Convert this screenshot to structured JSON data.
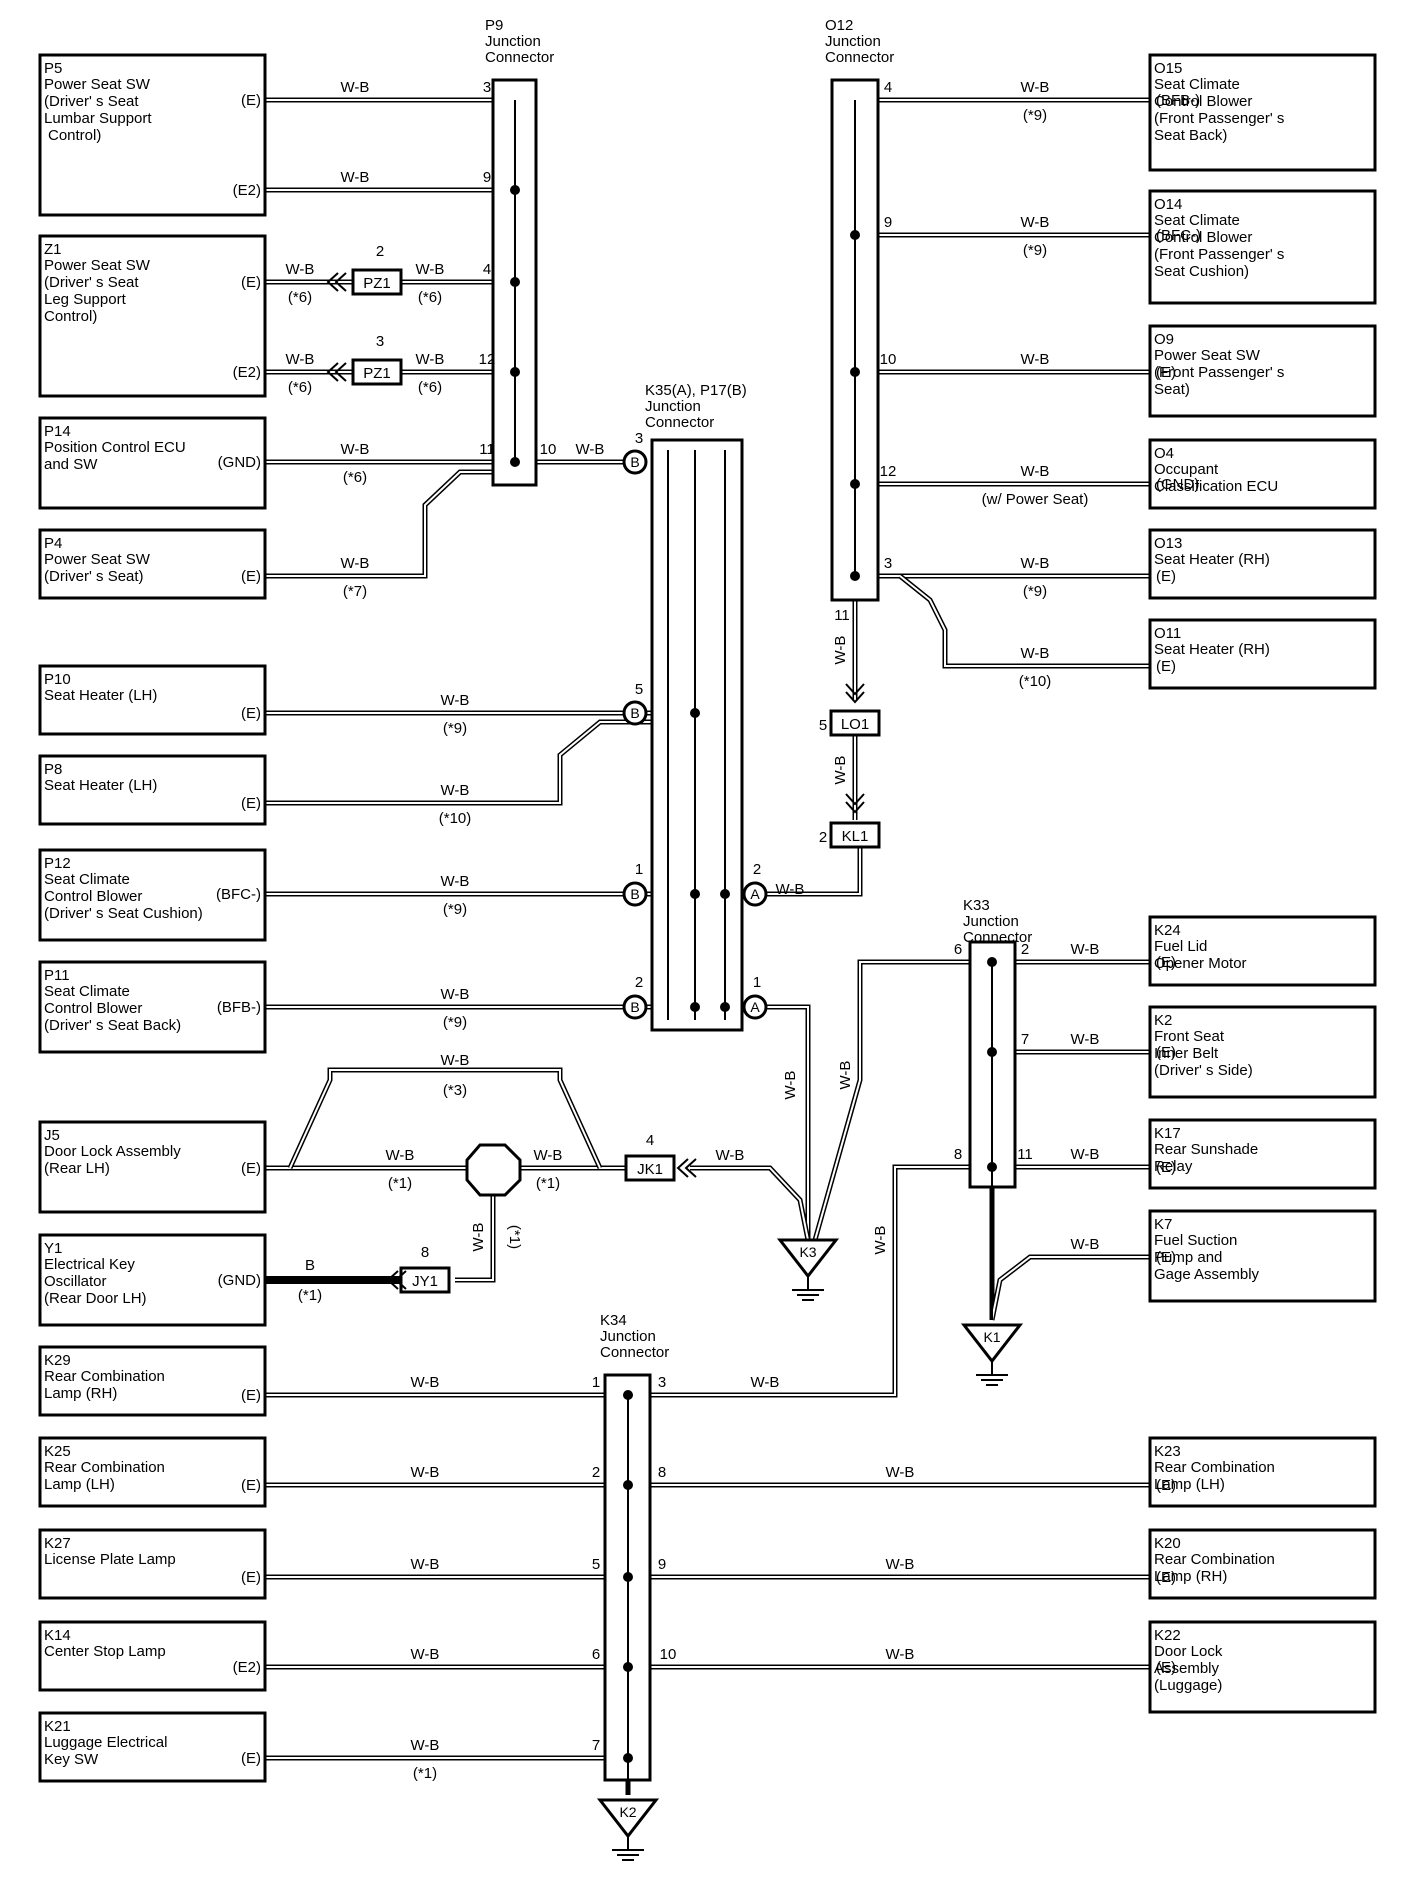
{
  "wire_color": "W-B",
  "components": {
    "P5": {
      "code": "P5",
      "lines": [
        "Power Seat SW",
        "(Driver' s Seat",
        "Lumbar Support",
        "Control)"
      ],
      "pins": [
        "(E)",
        "(E2)"
      ]
    },
    "Z1": {
      "code": "Z1",
      "lines": [
        "Power Seat SW",
        "(Driver' s Seat",
        "Leg Support",
        "Control)"
      ],
      "pins": [
        "(E)",
        "(E2)"
      ]
    },
    "P14": {
      "code": "P14",
      "lines": [
        "Position Control ECU",
        "and SW"
      ],
      "pins": [
        "(GND)"
      ]
    },
    "P4": {
      "code": "P4",
      "lines": [
        "Power Seat SW",
        "(Driver' s Seat)"
      ],
      "pins": [
        "(E)"
      ]
    },
    "P10": {
      "code": "P10",
      "lines": [
        "Seat Heater (LH)"
      ],
      "pins": [
        "(E)"
      ]
    },
    "P8": {
      "code": "P8",
      "lines": [
        "Seat Heater (LH)"
      ],
      "pins": [
        "(E)"
      ]
    },
    "P12": {
      "code": "P12",
      "lines": [
        "Seat Climate",
        "Control Blower",
        "(Driver' s Seat Cushion)"
      ],
      "pins": [
        "(BFC-)"
      ]
    },
    "P11": {
      "code": "P11",
      "lines": [
        "Seat Climate",
        "Control Blower",
        "(Driver' s Seat Back)"
      ],
      "pins": [
        "(BFB-)"
      ]
    },
    "J5": {
      "code": "J5",
      "lines": [
        "Door Lock Assembly",
        "(Rear LH)"
      ],
      "pins": [
        "(E)"
      ]
    },
    "Y1": {
      "code": "Y1",
      "lines": [
        "Electrical Key",
        "Oscillator",
        "(Rear Door LH)"
      ],
      "pins": [
        "(GND)"
      ]
    },
    "K29": {
      "code": "K29",
      "lines": [
        "Rear Combination",
        "Lamp (RH)"
      ],
      "pins": [
        "(E)"
      ]
    },
    "K25": {
      "code": "K25",
      "lines": [
        "Rear Combination",
        "Lamp (LH)"
      ],
      "pins": [
        "(E)"
      ]
    },
    "K27": {
      "code": "K27",
      "lines": [
        "License Plate Lamp"
      ],
      "pins": [
        "(E)"
      ]
    },
    "K14": {
      "code": "K14",
      "lines": [
        "Center Stop Lamp"
      ],
      "pins": [
        "(E2)"
      ]
    },
    "K21": {
      "code": "K21",
      "lines": [
        "Luggage Electrical",
        "Key SW"
      ],
      "pins": [
        "(E)"
      ]
    },
    "O15": {
      "code": "O15",
      "lines": [
        "Seat Climate",
        "Control Blower",
        "(Front Passenger' s",
        "Seat Back)"
      ],
      "pins": [
        "(BFB-)"
      ]
    },
    "O14": {
      "code": "O14",
      "lines": [
        "Seat Climate",
        "Control Blower",
        "(Front Passenger' s",
        "Seat Cushion)"
      ],
      "pins": [
        "(BFC-)"
      ]
    },
    "O9": {
      "code": "O9",
      "lines": [
        "Power Seat SW",
        "(Front Passenger' s",
        "Seat)"
      ],
      "pins": [
        "(E)"
      ]
    },
    "O4": {
      "code": "O4",
      "lines": [
        "Occupant",
        "Classification ECU"
      ],
      "pins": [
        "(GND)"
      ]
    },
    "O13": {
      "code": "O13",
      "lines": [
        "Seat Heater (RH)"
      ],
      "pins": [
        "(E)"
      ]
    },
    "O11": {
      "code": "O11",
      "lines": [
        "Seat Heater (RH)"
      ],
      "pins": [
        "(E)"
      ]
    },
    "K24": {
      "code": "K24",
      "lines": [
        "Fuel Lid",
        "Opener Motor"
      ],
      "pins": [
        "(E)"
      ]
    },
    "K2": {
      "code": "K2",
      "lines": [
        "Front Seat",
        "Inner Belt",
        "(Driver' s Side)"
      ],
      "pins": [
        "(E)"
      ]
    },
    "K17": {
      "code": "K17",
      "lines": [
        "Rear Sunshade",
        "Relay"
      ],
      "pins": [
        "(E)"
      ]
    },
    "K7": {
      "code": "K7",
      "lines": [
        "Fuel Suction",
        "Pump and",
        "Gage Assembly"
      ],
      "pins": [
        "(E)"
      ]
    },
    "K23": {
      "code": "K23",
      "lines": [
        "Rear Combination",
        "Lamp (LH)"
      ],
      "pins": [
        "(E)"
      ]
    },
    "K20": {
      "code": "K20",
      "lines": [
        "Rear Combination",
        "Lamp (RH)"
      ],
      "pins": [
        "(E)"
      ]
    },
    "K22": {
      "code": "K22",
      "lines": [
        "Door Lock",
        "Assembly",
        "(Luggage)"
      ],
      "pins": [
        "(E)"
      ]
    }
  },
  "junctions": {
    "P9": {
      "lines": [
        "P9",
        "Junction",
        "Connector"
      ]
    },
    "O12": {
      "lines": [
        "O12",
        "Junction",
        "Connector"
      ]
    },
    "K35": {
      "lines": [
        "K35(A), P17(B)",
        "Junction",
        "Connector"
      ]
    },
    "K33": {
      "lines": [
        "K33",
        "Junction",
        "Connector"
      ]
    },
    "K34": {
      "lines": [
        "K34",
        "Junction",
        "Connector"
      ]
    }
  },
  "inline_connectors": {
    "PZ1": "PZ1",
    "LO1": "LO1",
    "KL1": "KL1",
    "JK1": "JK1",
    "JY1": "JY1"
  },
  "grounds": {
    "K3": "K3",
    "K1": "K1",
    "K2": "K2"
  },
  "notes": {
    "n1": "(*1)",
    "n3": "(*3)",
    "n6": "(*6)",
    "n7": "(*7)",
    "n9": "(*9)",
    "n10": "(*10)",
    "power_seat": "(w/ Power Seat)"
  },
  "wire_B": "B",
  "pins": {
    "p1": "1",
    "p2": "2",
    "p3": "3",
    "p4": "4",
    "p5": "5",
    "p6": "6",
    "p7": "7",
    "p8": "8",
    "p9": "9",
    "p10": "10",
    "p11": "11",
    "p12": "12",
    "A": "A",
    "B": "B"
  }
}
